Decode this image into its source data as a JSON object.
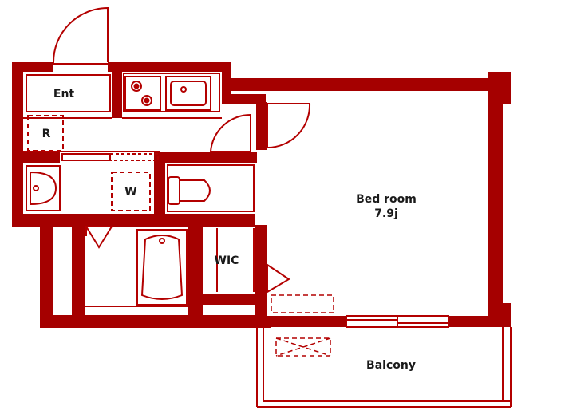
{
  "colors": {
    "wall": "#a50000",
    "line": "#b30000",
    "background": "#ffffff"
  },
  "labels": {
    "entrance": "Ent",
    "refrigerator": "R",
    "washer": "W",
    "closet": "WIC",
    "bedroom_name": "Bed room",
    "bedroom_size": "7.9j",
    "balcony": "Balcony"
  },
  "icons": [
    "door-swing-icon",
    "stove-icon",
    "kitchen-sink-icon",
    "washbasin-icon",
    "toilet-icon",
    "bathtub-icon",
    "sliding-window-icon"
  ]
}
